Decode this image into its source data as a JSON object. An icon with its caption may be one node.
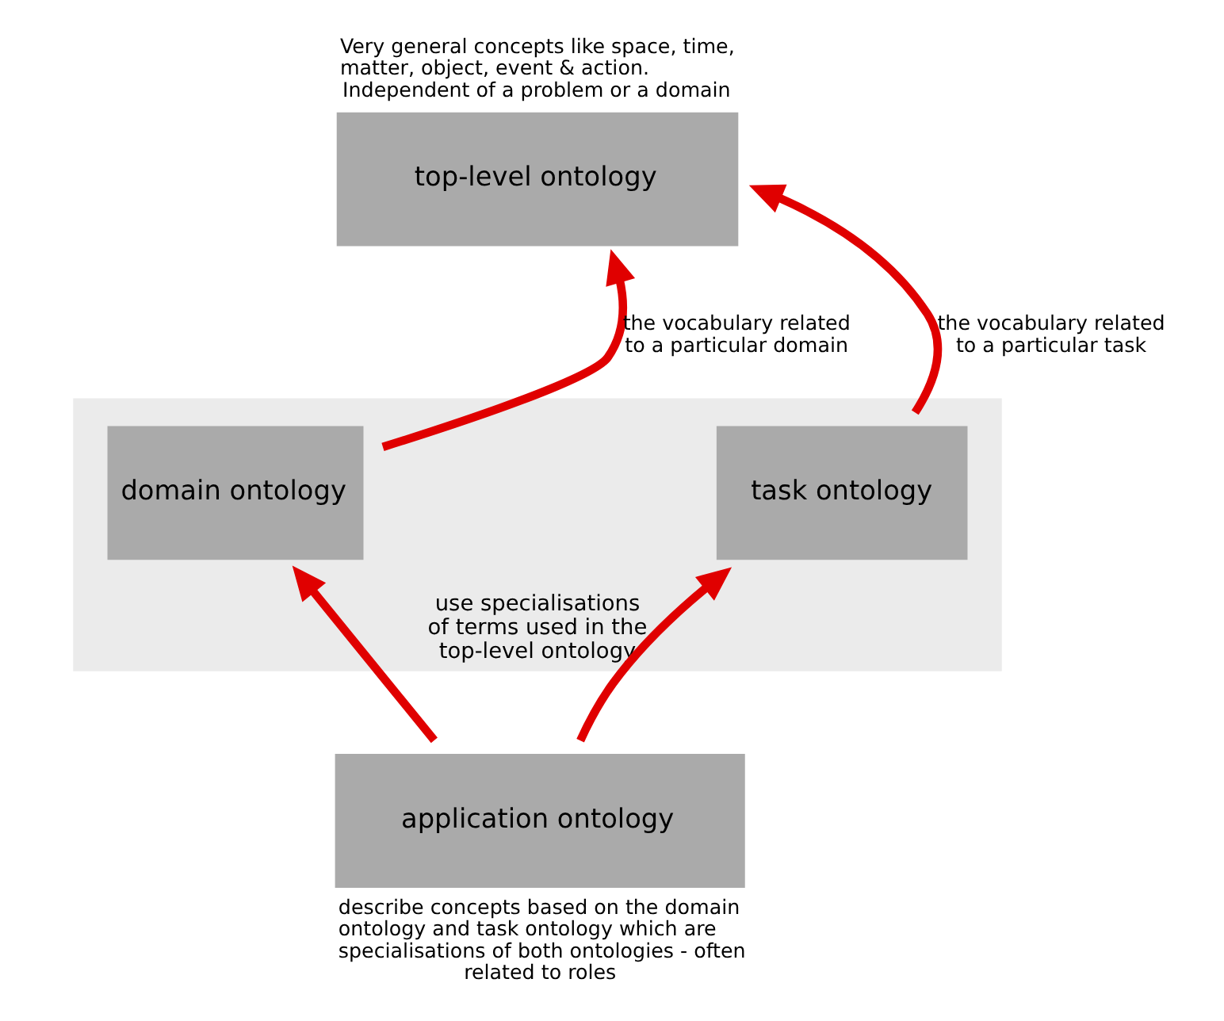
{
  "diagram": {
    "nodes": [
      {
        "text": [
          "top-level ontology"
        ],
        "beside": [
          "Very general concepts like space, time, matter, object, event & action. Independent of a problem or a domain"
        ]
      },
      {
        "text": [
          "use specialisations of terms used in the top-level ontology"
        ]
      },
      {
        "text": [
          "domain ontology"
        ],
        "in": 1
      },
      {
        "text": [
          "task ontology"
        ],
        "in": 1
      },
      {
        "text": [
          "application ontology"
        ],
        "beside": [
          "describe concepts based on the domain ontology and task ontology which are specialisations of both ontologies - often related to roles"
        ]
      }
    ],
    "edges": [
      {
        "from": 2,
        "to": 0,
        "arrow": "to",
        "label": "the vocabulary related to a particular domain"
      },
      {
        "from": 3,
        "to": 0,
        "arrow": "to",
        "label": "the vocabulary related to a particular task"
      },
      {
        "from": 4,
        "to": 2,
        "arrow": "to"
      },
      {
        "from": 4,
        "to": 3,
        "arrow": "to"
      }
    ]
  }
}
